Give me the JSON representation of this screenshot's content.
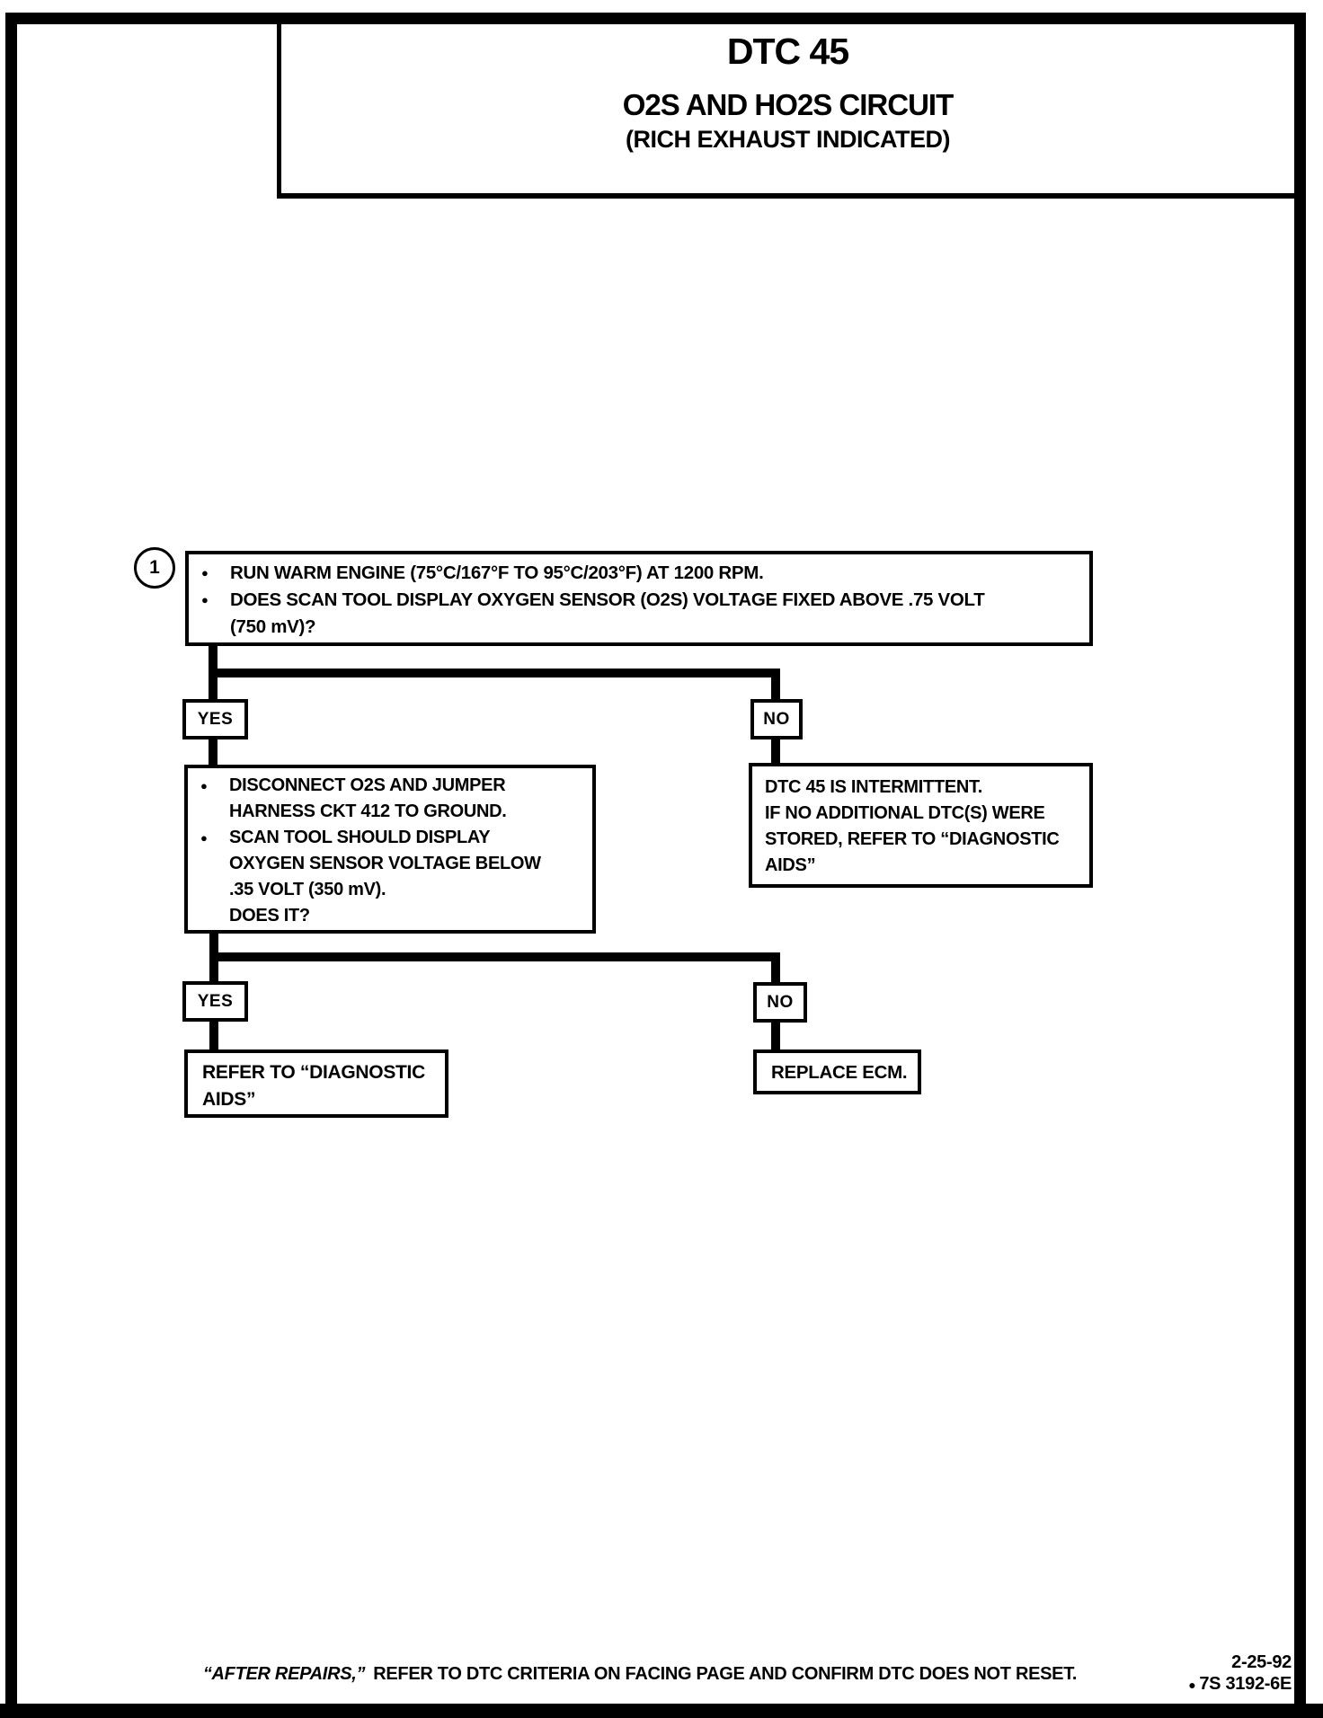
{
  "glyphs": {
    "bullet": "●"
  },
  "title": {
    "line1": "DTC 45",
    "line2": "O2S AND HO2S CIRCUIT",
    "line3": "(RICH EXHAUST INDICATED)"
  },
  "flowchart": {
    "step_number": "1",
    "box1": {
      "line1": "RUN WARM ENGINE (75°C/167°F TO 95°C/203°F) AT 1200 RPM.",
      "line2": "DOES SCAN TOOL DISPLAY OXYGEN SENSOR (O2S) VOLTAGE FIXED ABOVE .75 VOLT",
      "line3": "(750 mV)?"
    },
    "yes1": "YES",
    "no1": "NO",
    "box2": {
      "line1": "DISCONNECT O2S AND JUMPER",
      "line2": "HARNESS CKT 412 TO GROUND.",
      "line3": "SCAN TOOL SHOULD DISPLAY",
      "line4": "OXYGEN SENSOR VOLTAGE BELOW",
      "line5": ".35 VOLT (350 mV).",
      "line6": "DOES IT?"
    },
    "box3": {
      "line1": "DTC 45 IS INTERMITTENT.",
      "line2": "IF NO ADDITIONAL DTC(S) WERE",
      "line3": "STORED, REFER TO “DIAGNOSTIC",
      "line4": "AIDS”"
    },
    "yes2": "YES",
    "no2": "NO",
    "box4": {
      "line1": "REFER TO “DIAGNOSTIC",
      "line2": "AIDS”"
    },
    "box5": {
      "line1": "REPLACE ECM."
    }
  },
  "footer": {
    "italic_part": "“AFTER REPAIRS,”",
    "normal_part": "REFER TO DTC CRITERIA ON FACING PAGE AND CONFIRM DTC DOES NOT RESET.",
    "date": "2-25-92",
    "doc_code": "7S 3192-6E"
  }
}
